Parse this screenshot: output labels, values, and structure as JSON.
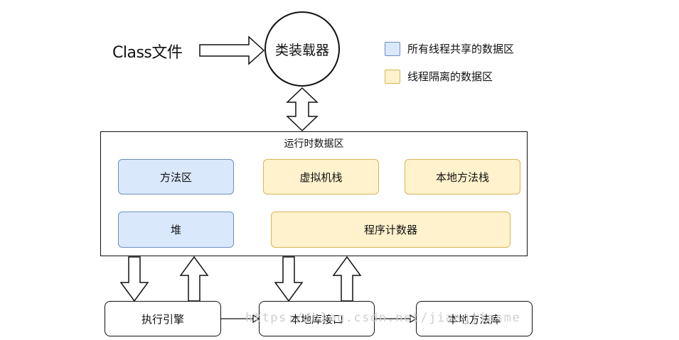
{
  "class_file": {
    "label": "Class文件"
  },
  "class_loader": {
    "label": "类装载器"
  },
  "legend": [
    {
      "label": "所有线程共享的数据区",
      "color": "#dae8fc"
    },
    {
      "label": "线程隔离的数据区",
      "color": "#fff2cc"
    }
  ],
  "runtime_area": {
    "title": "运行时数据区",
    "method_area": "方法区",
    "vm_stack": "虚拟机栈",
    "native_method_stack": "本地方法栈",
    "heap": "堆",
    "program_counter": "程序计数器"
  },
  "bottom": {
    "execution_engine": "执行引擎",
    "native_interface": "本地库接口",
    "native_library": "本地方法库"
  },
  "watermark": "https://blog.csdn.net/jiangjiasme",
  "colors": {
    "shared": "#dae8fc",
    "shared_border": "#6c8ebf",
    "isolated": "#fff2cc",
    "isolated_border": "#d6b656"
  }
}
